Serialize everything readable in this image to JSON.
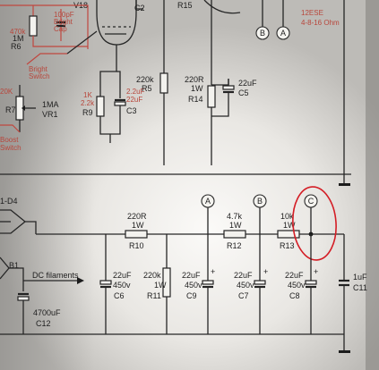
{
  "top_left": {
    "v18": "V18",
    "bright_cap": [
      "100pF",
      "Bright",
      "Cap"
    ],
    "r6_label": [
      "470k",
      "1M",
      "R6"
    ],
    "bright_switch": [
      "Bright",
      "Switch"
    ],
    "k_label": "20K",
    "r7": "R7",
    "vr1": [
      "1MA",
      "VR1"
    ],
    "boost": [
      "Boost",
      "Switch"
    ],
    "r9": [
      "1K",
      "2.2k",
      "R9"
    ],
    "c3": [
      "2.2uF",
      "22uF",
      "C3"
    ],
    "c2": "C2",
    "r15_top": "R15",
    "r5": [
      "220k",
      "R5"
    ],
    "r14": [
      "220R",
      "1W",
      "R14"
    ],
    "c5": [
      "22uF",
      "C5"
    ],
    "tp_b_top": "B",
    "tp_a_top": "A",
    "speaker": [
      "12ESE",
      "4-8-16 Ohm"
    ]
  },
  "power_supply": {
    "d_label": "1-D4",
    "r10": [
      "220R",
      "1W",
      "R10"
    ],
    "r12": [
      "4.7k",
      "1W",
      "R12"
    ],
    "r13": [
      "10k",
      "1W",
      "R13"
    ],
    "tp_a": "A",
    "tp_b": "B",
    "tp_c": "C",
    "b1": "B1",
    "dc_filaments": "DC filaments",
    "c6": [
      "22uF",
      "450v",
      "C6"
    ],
    "r11": [
      "220k",
      "1W",
      "R11"
    ],
    "c9": [
      "22uF",
      "450v",
      "C9"
    ],
    "c7": [
      "22uF",
      "450v",
      "C7"
    ],
    "c8": [
      "22uF",
      "450v",
      "C8"
    ],
    "c11": [
      "1uF",
      "C11"
    ],
    "c12": [
      "4700uF",
      "C12"
    ],
    "plus": "+"
  }
}
